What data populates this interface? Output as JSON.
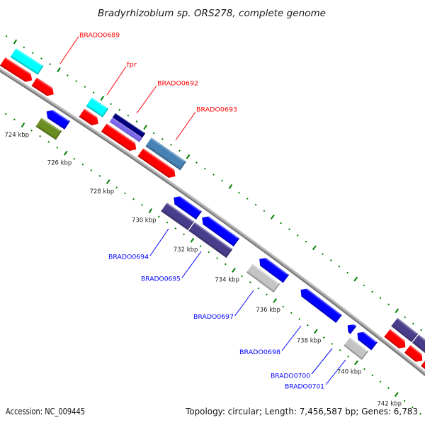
{
  "title": "Bradyrhizobium sp. ORS278, complete genome",
  "footer": {
    "accession": "Accession: NC_009445",
    "summary": "Topology: circular; Length: 7,456,587 bp; Genes: 6,783"
  },
  "palette": {
    "red": "#ff0000",
    "blue": "#0000ff",
    "cyan": "#00ffff",
    "navy": "#000080",
    "lavender": "#7b68ee",
    "steelblue": "#4682b4",
    "olive": "#6b8e23",
    "darkslateblue": "#483d8b",
    "lightgray": "#c4c4c4",
    "backbone": "#a0a0a0",
    "tick": "#008000"
  },
  "axis": {
    "unit": "kbp",
    "visible_range_kbp": [
      721.2,
      744.4
    ],
    "major_tick_interval_kbp": 2,
    "minor_tick_interval_kbp": 0.4,
    "tick_labels": [
      {
        "kbp": 724,
        "text": "724 kbp"
      },
      {
        "kbp": 726,
        "text": "726 kbp"
      },
      {
        "kbp": 728,
        "text": "728 kbp"
      },
      {
        "kbp": 730,
        "text": "730 kbp"
      },
      {
        "kbp": 732,
        "text": "732 kbp"
      },
      {
        "kbp": 734,
        "text": "734 kbp"
      },
      {
        "kbp": 736,
        "text": "736 kbp"
      },
      {
        "kbp": 738,
        "text": "738 kbp"
      },
      {
        "kbp": 740,
        "text": "740 kbp"
      },
      {
        "kbp": 742,
        "text": "742 kbp"
      }
    ]
  },
  "features": [
    {
      "id": "R1",
      "track": "outer_1",
      "strand": "+",
      "shape": "arrow",
      "color": "red",
      "start_kbp": 722.0,
      "end_kbp": 723.35
    },
    {
      "id": "R2",
      "track": "outer_1",
      "strand": "+",
      "shape": "arrow",
      "color": "red",
      "start_kbp": 723.45,
      "end_kbp": 724.35
    },
    {
      "id": "R3",
      "track": "outer_1",
      "strand": "+",
      "shape": "arrow",
      "color": "red",
      "start_kbp": 725.65,
      "end_kbp": 726.42
    },
    {
      "id": "R4",
      "track": "outer_1",
      "strand": "+",
      "shape": "arrow",
      "color": "red",
      "start_kbp": 726.68,
      "end_kbp": 728.19
    },
    {
      "id": "R5",
      "track": "outer_1",
      "strand": "+",
      "shape": "arrow",
      "color": "red",
      "start_kbp": 728.39,
      "end_kbp": 730.03
    },
    {
      "id": "R6",
      "track": "outer_1",
      "strand": "+",
      "shape": "arrow",
      "color": "red",
      "start_kbp": 740.23,
      "end_kbp": 741.13
    },
    {
      "id": "R7",
      "track": "outer_1",
      "strand": "+",
      "shape": "arrow",
      "color": "red",
      "start_kbp": 741.23,
      "end_kbp": 741.97
    },
    {
      "id": "R8",
      "track": "outer_1",
      "strand": "+",
      "shape": "arrow",
      "color": "red",
      "start_kbp": 742.05,
      "end_kbp": 743.4
    },
    {
      "id": "C1",
      "track": "outer_2",
      "strand": "+",
      "shape": "block",
      "color": "cyan",
      "start_kbp": 722.16,
      "end_kbp": 723.42
    },
    {
      "id": "C2",
      "track": "outer_2",
      "strand": "+",
      "shape": "block",
      "color": "cyan",
      "start_kbp": 725.65,
      "end_kbp": 726.42
    },
    {
      "id": "N1",
      "track": "outer_2_upper",
      "strand": "+",
      "shape": "block",
      "color": "navy",
      "start_kbp": 726.74,
      "end_kbp": 728.13
    },
    {
      "id": "L1",
      "track": "outer_2_lower",
      "strand": "+",
      "shape": "block",
      "color": "lavender",
      "start_kbp": 726.74,
      "end_kbp": 728.13
    },
    {
      "id": "SB1",
      "track": "outer_2",
      "strand": "+",
      "shape": "block",
      "color": "steelblue",
      "start_kbp": 728.42,
      "end_kbp": 730.05
    },
    {
      "id": "DS1",
      "track": "outer_2",
      "strand": "+",
      "shape": "block",
      "color": "darkslateblue",
      "start_kbp": 740.19,
      "end_kbp": 741.19
    },
    {
      "id": "DS2",
      "track": "outer_2",
      "strand": "+",
      "shape": "block",
      "color": "darkslateblue",
      "start_kbp": 741.23,
      "end_kbp": 742.05
    },
    {
      "id": "B1",
      "track": "inner_1",
      "strand": "-",
      "shape": "arrow",
      "color": "blue",
      "start_kbp": 724.48,
      "end_kbp": 725.45
    },
    {
      "id": "B2",
      "track": "inner_1",
      "strand": "-",
      "shape": "arrow",
      "color": "blue",
      "start_kbp": 730.45,
      "end_kbp": 731.65
    },
    {
      "id": "B3",
      "track": "inner_1",
      "strand": "-",
      "shape": "arrow",
      "color": "blue",
      "start_kbp": 731.8,
      "end_kbp": 733.45
    },
    {
      "id": "B4",
      "track": "inner_1",
      "strand": "-",
      "shape": "arrow",
      "color": "blue",
      "start_kbp": 734.55,
      "end_kbp": 735.84
    },
    {
      "id": "B5",
      "track": "inner_1",
      "strand": "-",
      "shape": "arrow",
      "color": "blue",
      "start_kbp": 736.55,
      "end_kbp": 738.42
    },
    {
      "id": "B6",
      "track": "inner_1",
      "strand": "-",
      "shape": "arrow",
      "color": "blue",
      "start_kbp": 738.84,
      "end_kbp": 739.13
    },
    {
      "id": "B7",
      "track": "inner_1",
      "strand": "-",
      "shape": "arrow",
      "color": "blue",
      "start_kbp": 739.32,
      "end_kbp": 740.16
    },
    {
      "id": "O1",
      "track": "inner_2",
      "strand": "-",
      "shape": "block",
      "color": "olive",
      "start_kbp": 724.45,
      "end_kbp": 725.39
    },
    {
      "id": "S1",
      "track": "inner_2",
      "strand": "-",
      "shape": "block",
      "color": "darkslateblue",
      "start_kbp": 730.35,
      "end_kbp": 731.63
    },
    {
      "id": "S2",
      "track": "inner_2",
      "strand": "-",
      "shape": "block",
      "color": "darkslateblue",
      "start_kbp": 731.67,
      "end_kbp": 733.48
    },
    {
      "id": "G1",
      "track": "inner_2",
      "strand": "-",
      "shape": "block",
      "color": "lightgray",
      "start_kbp": 734.45,
      "end_kbp": 735.77
    },
    {
      "id": "G2",
      "track": "inner_2",
      "strand": "-",
      "shape": "block",
      "color": "lightgray",
      "start_kbp": 739.2,
      "end_kbp": 740.1
    }
  ],
  "labels": [
    {
      "text": "BRADO0689",
      "feature": "R2",
      "color": "#ff0000"
    },
    {
      "text": "fpr",
      "feature": "R3",
      "color": "#ff0000"
    },
    {
      "text": "BRADO0692",
      "feature": "R4",
      "color": "#ff0000"
    },
    {
      "text": "BRADO0693",
      "feature": "R5",
      "color": "#ff0000"
    },
    {
      "text": "BRADO0694",
      "feature": "B2",
      "color": "#0000ff"
    },
    {
      "text": "BRADO0695",
      "feature": "B3",
      "color": "#0000ff"
    },
    {
      "text": "BRADO0697",
      "feature": "B4",
      "color": "#0000ff"
    },
    {
      "text": "BRADO0698",
      "feature": "B5",
      "color": "#0000ff"
    },
    {
      "text": "BRADO0700",
      "feature": "B6",
      "color": "#0000ff"
    },
    {
      "text": "BRADO0701",
      "feature": "B7",
      "color": "#0000ff"
    }
  ]
}
